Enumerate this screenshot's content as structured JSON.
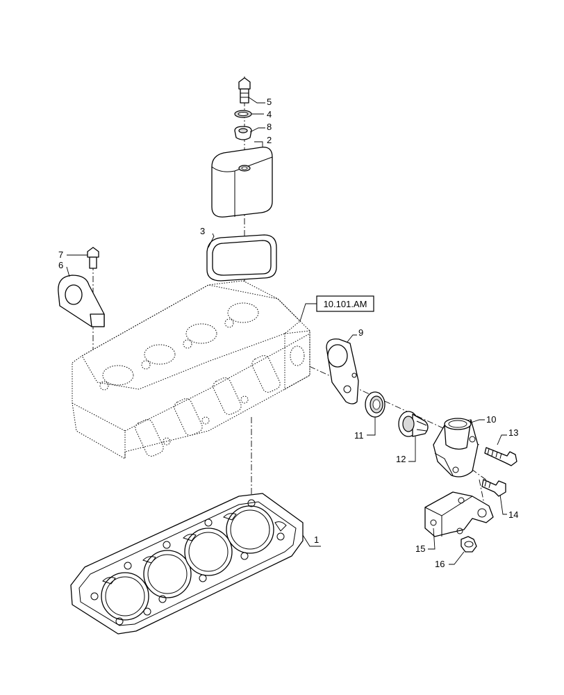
{
  "reference_box": {
    "label": "10.101.AM"
  },
  "callouts": [
    {
      "id": "1",
      "label": "1"
    },
    {
      "id": "2",
      "label": "2"
    },
    {
      "id": "3",
      "label": "3"
    },
    {
      "id": "4",
      "label": "4"
    },
    {
      "id": "5",
      "label": "5"
    },
    {
      "id": "6",
      "label": "6"
    },
    {
      "id": "7",
      "label": "7"
    },
    {
      "id": "8",
      "label": "8"
    },
    {
      "id": "9",
      "label": "9"
    },
    {
      "id": "10",
      "label": "10"
    },
    {
      "id": "11",
      "label": "11"
    },
    {
      "id": "12",
      "label": "12"
    },
    {
      "id": "13",
      "label": "13"
    },
    {
      "id": "14",
      "label": "14"
    },
    {
      "id": "15",
      "label": "15"
    },
    {
      "id": "16",
      "label": "16"
    }
  ]
}
